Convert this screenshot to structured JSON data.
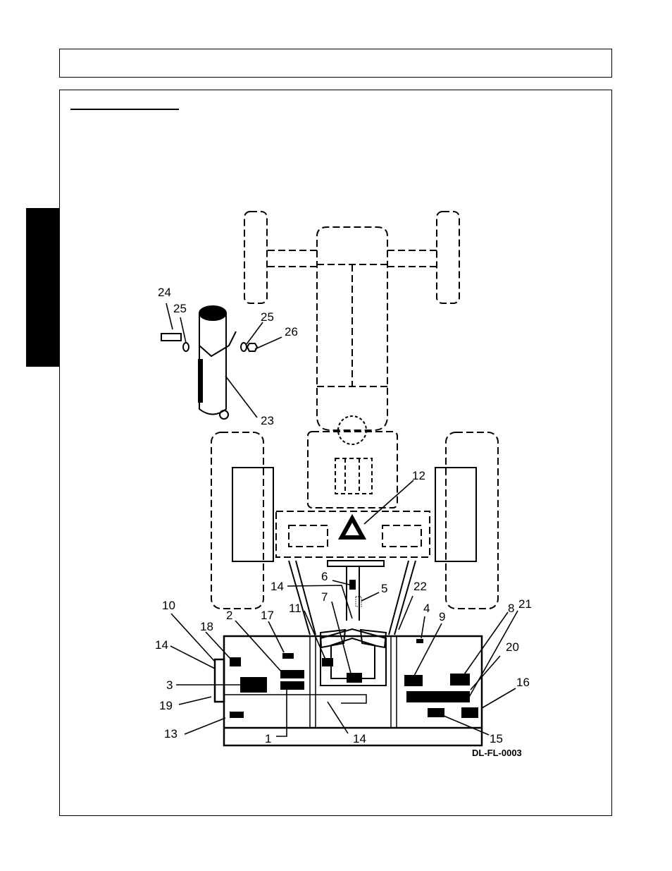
{
  "figure_code": "DL-FL-0003",
  "callouts": {
    "c1": "1",
    "c2": "2",
    "c3": "3",
    "c4": "4",
    "c5": "5",
    "c6": "6",
    "c7": "7",
    "c8": "8",
    "c9": "9",
    "c10": "10",
    "c11": "11",
    "c12": "12",
    "c13": "13",
    "c14a": "14",
    "c14b": "14",
    "c14c": "14",
    "c15": "15",
    "c16": "16",
    "c17": "17",
    "c18": "18",
    "c19": "19",
    "c20": "20",
    "c21": "21",
    "c22": "22",
    "c23": "23",
    "c24": "24",
    "c25a": "25",
    "c25b": "25",
    "c26": "26"
  }
}
